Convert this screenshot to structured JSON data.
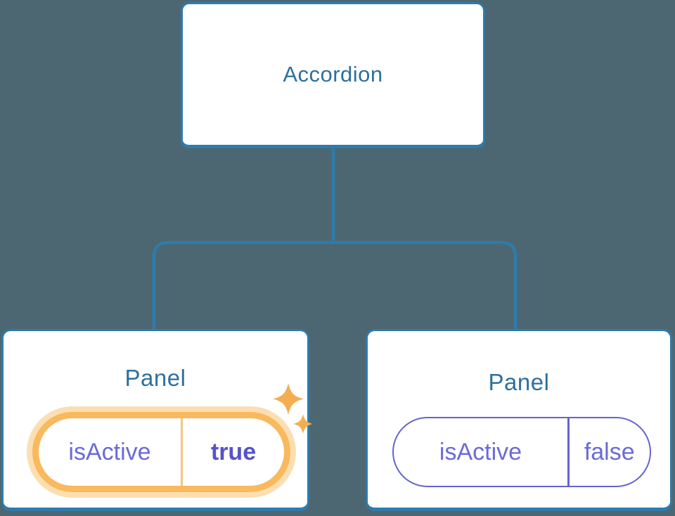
{
  "diagram": {
    "background_color": "#4C6772",
    "connector_color": "#2E7BAC",
    "node_border_color": "#2E7BAC",
    "node_fill_color": "#FFFFFF",
    "title_color": "#2F6F9D",
    "state_text_color": "#6A6AD9",
    "highlight_border_color": "#F9B95C",
    "highlight_glow_color": "#FBDFB2",
    "sparkle_color": "#F5AD52",
    "root": {
      "label": "Accordion"
    },
    "panels": [
      {
        "label": "Panel",
        "state_key": "isActive",
        "state_value": "true",
        "highlighted": true,
        "icon": "sparkles-icon"
      },
      {
        "label": "Panel",
        "state_key": "isActive",
        "state_value": "false",
        "highlighted": false
      }
    ]
  }
}
